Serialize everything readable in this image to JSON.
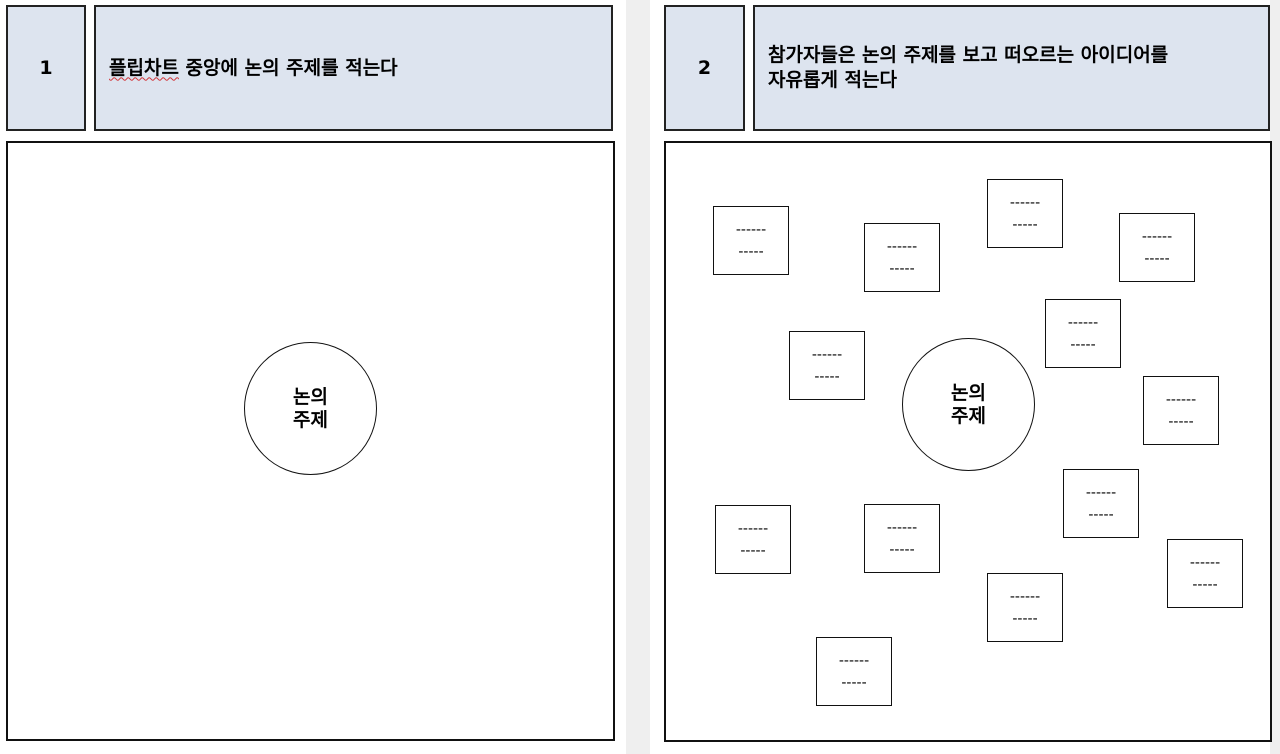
{
  "step1": {
    "number": "1",
    "title_underlined": "플립차트",
    "title_rest": " 중앙에 논의 주제를 적는다",
    "circle_line1": "논의",
    "circle_line2": "주제"
  },
  "step2": {
    "number": "2",
    "title_line1": "참가자들은 논의 주제를 보고 떠오르는 아이디어를",
    "title_line2": "자유롭게 적는다",
    "circle_line1": "논의",
    "circle_line2": "주제",
    "notes": [
      {
        "line1": "------",
        "line2": "-----"
      },
      {
        "line1": "------",
        "line2": "-----"
      },
      {
        "line1": "------",
        "line2": "-----"
      },
      {
        "line1": "------",
        "line2": "-----"
      },
      {
        "line1": "------",
        "line2": "-----"
      },
      {
        "line1": "------",
        "line2": "-----"
      },
      {
        "line1": "------",
        "line2": "-----"
      },
      {
        "line1": "------",
        "line2": "-----"
      },
      {
        "line1": "------",
        "line2": "-----"
      },
      {
        "line1": "------",
        "line2": "-----"
      },
      {
        "line1": "------",
        "line2": "-----"
      },
      {
        "line1": "------",
        "line2": "-----"
      },
      {
        "line1": "------",
        "line2": "-----"
      },
      {
        "line1": "------",
        "line2": "-----"
      }
    ]
  }
}
